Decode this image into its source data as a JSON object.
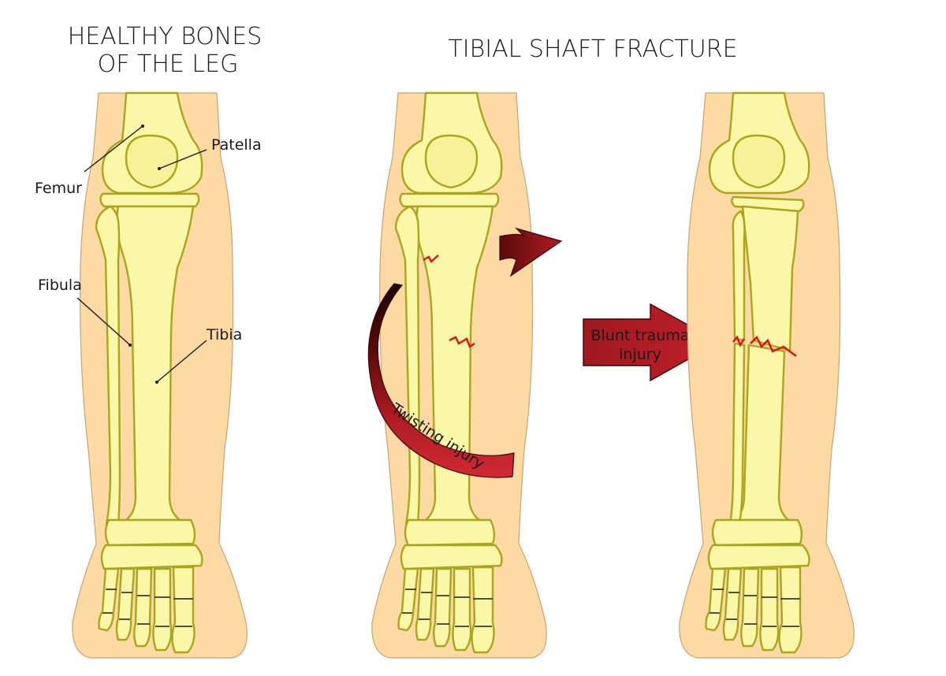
{
  "titles": {
    "healthy_line1": "HEALTHY BONES",
    "healthy_line2": "OF THE LEG",
    "fracture": "TIBIAL SHAFT FRACTURE"
  },
  "labels": {
    "patella": "Patella",
    "femur": "Femur",
    "fibula": "Fibula",
    "tibia": "Tibia"
  },
  "arrows": {
    "twisting": "Twisting injury",
    "blunt_line1": "Blunt trauma",
    "blunt_line2": "injury"
  },
  "colors": {
    "skin": "#fdd9a3",
    "bone": "#fbf7a8",
    "bone_outline": "#a9a61e",
    "arrow_dark": "#5a0a0a",
    "arrow_red": "#c0202a",
    "crack": "#e01010"
  }
}
